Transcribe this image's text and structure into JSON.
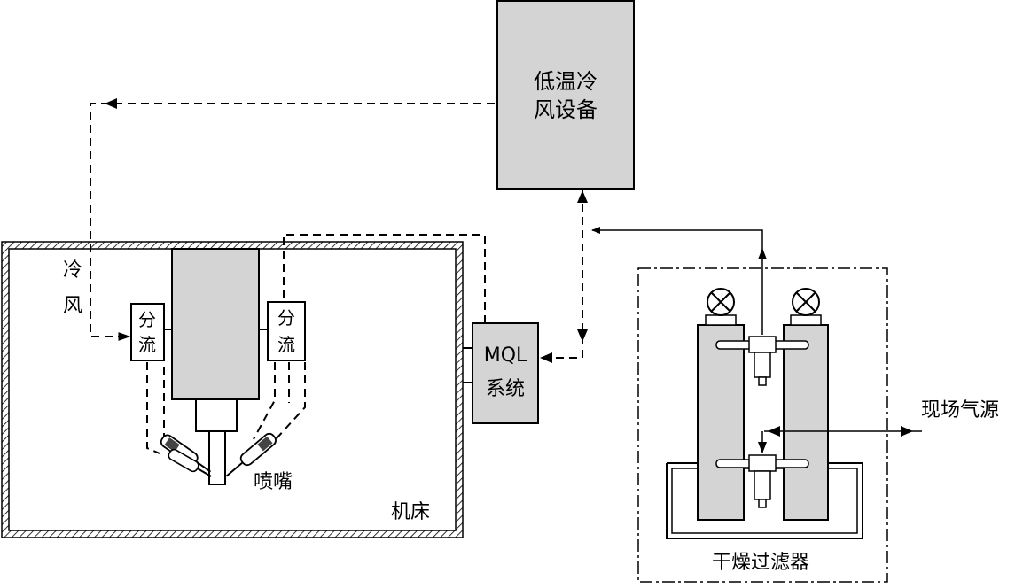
{
  "diagram": {
    "cold_air_equipment_line1": "低温冷",
    "cold_air_equipment_line2": "风设备",
    "cold_air_label_line1": "冷",
    "cold_air_label_line2": "风",
    "splitter_left_line1": "分",
    "splitter_left_line2": "流",
    "splitter_right_line1": "分",
    "splitter_right_line2": "流",
    "mql_line1": "MQL",
    "mql_line2": "系统",
    "nozzle_label": "喷嘴",
    "machine_tool_label": "机床",
    "air_source_label": "现场气源",
    "dryer_filter_label": "干燥过滤器"
  }
}
